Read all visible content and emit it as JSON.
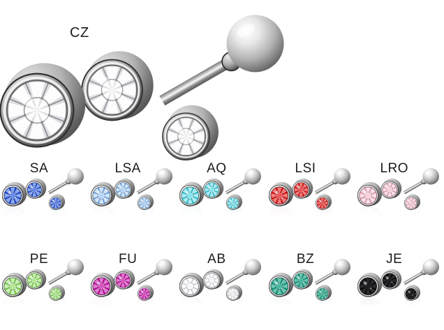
{
  "main_product": {
    "label": "CZ",
    "gem_color": "#dfdfe4",
    "facet_opacity": 0.95
  },
  "variant_rows": [
    [
      {
        "code": "SA",
        "gem_color": "#1c4ed8",
        "facet_opacity": 0.5
      },
      {
        "code": "LSA",
        "gem_color": "#7fb5f0",
        "facet_opacity": 0.65
      },
      {
        "code": "AQ",
        "gem_color": "#37cfdf",
        "facet_opacity": 0.6
      },
      {
        "code": "LSI",
        "gem_color": "#e01313",
        "facet_opacity": 0.45
      },
      {
        "code": "LRO",
        "gem_color": "#f4b0c4",
        "facet_opacity": 0.6
      }
    ],
    [
      {
        "code": "PE",
        "gem_color": "#7fd84f",
        "facet_opacity": 0.6
      },
      {
        "code": "FU",
        "gem_color": "#c40da4",
        "facet_opacity": 0.45
      },
      {
        "code": "AB",
        "gem_color": "#ebe8f1",
        "facet_opacity": 0.85
      },
      {
        "code": "BZ",
        "gem_color": "#0d9c7d",
        "facet_opacity": 0.4
      },
      {
        "code": "JE",
        "gem_color": "#0c0c0e",
        "facet_opacity": 0.12
      }
    ]
  ],
  "materials": {
    "background": "#ffffff",
    "label_color": "#1b1b1b",
    "steel_highlight": "#ffffff",
    "steel_light": "#e9e9e9",
    "steel_mid": "#b3b3b3",
    "steel_dark": "#636363",
    "steel_edge": "#3d3d3d",
    "bezel_light": "#c9c9c9"
  }
}
